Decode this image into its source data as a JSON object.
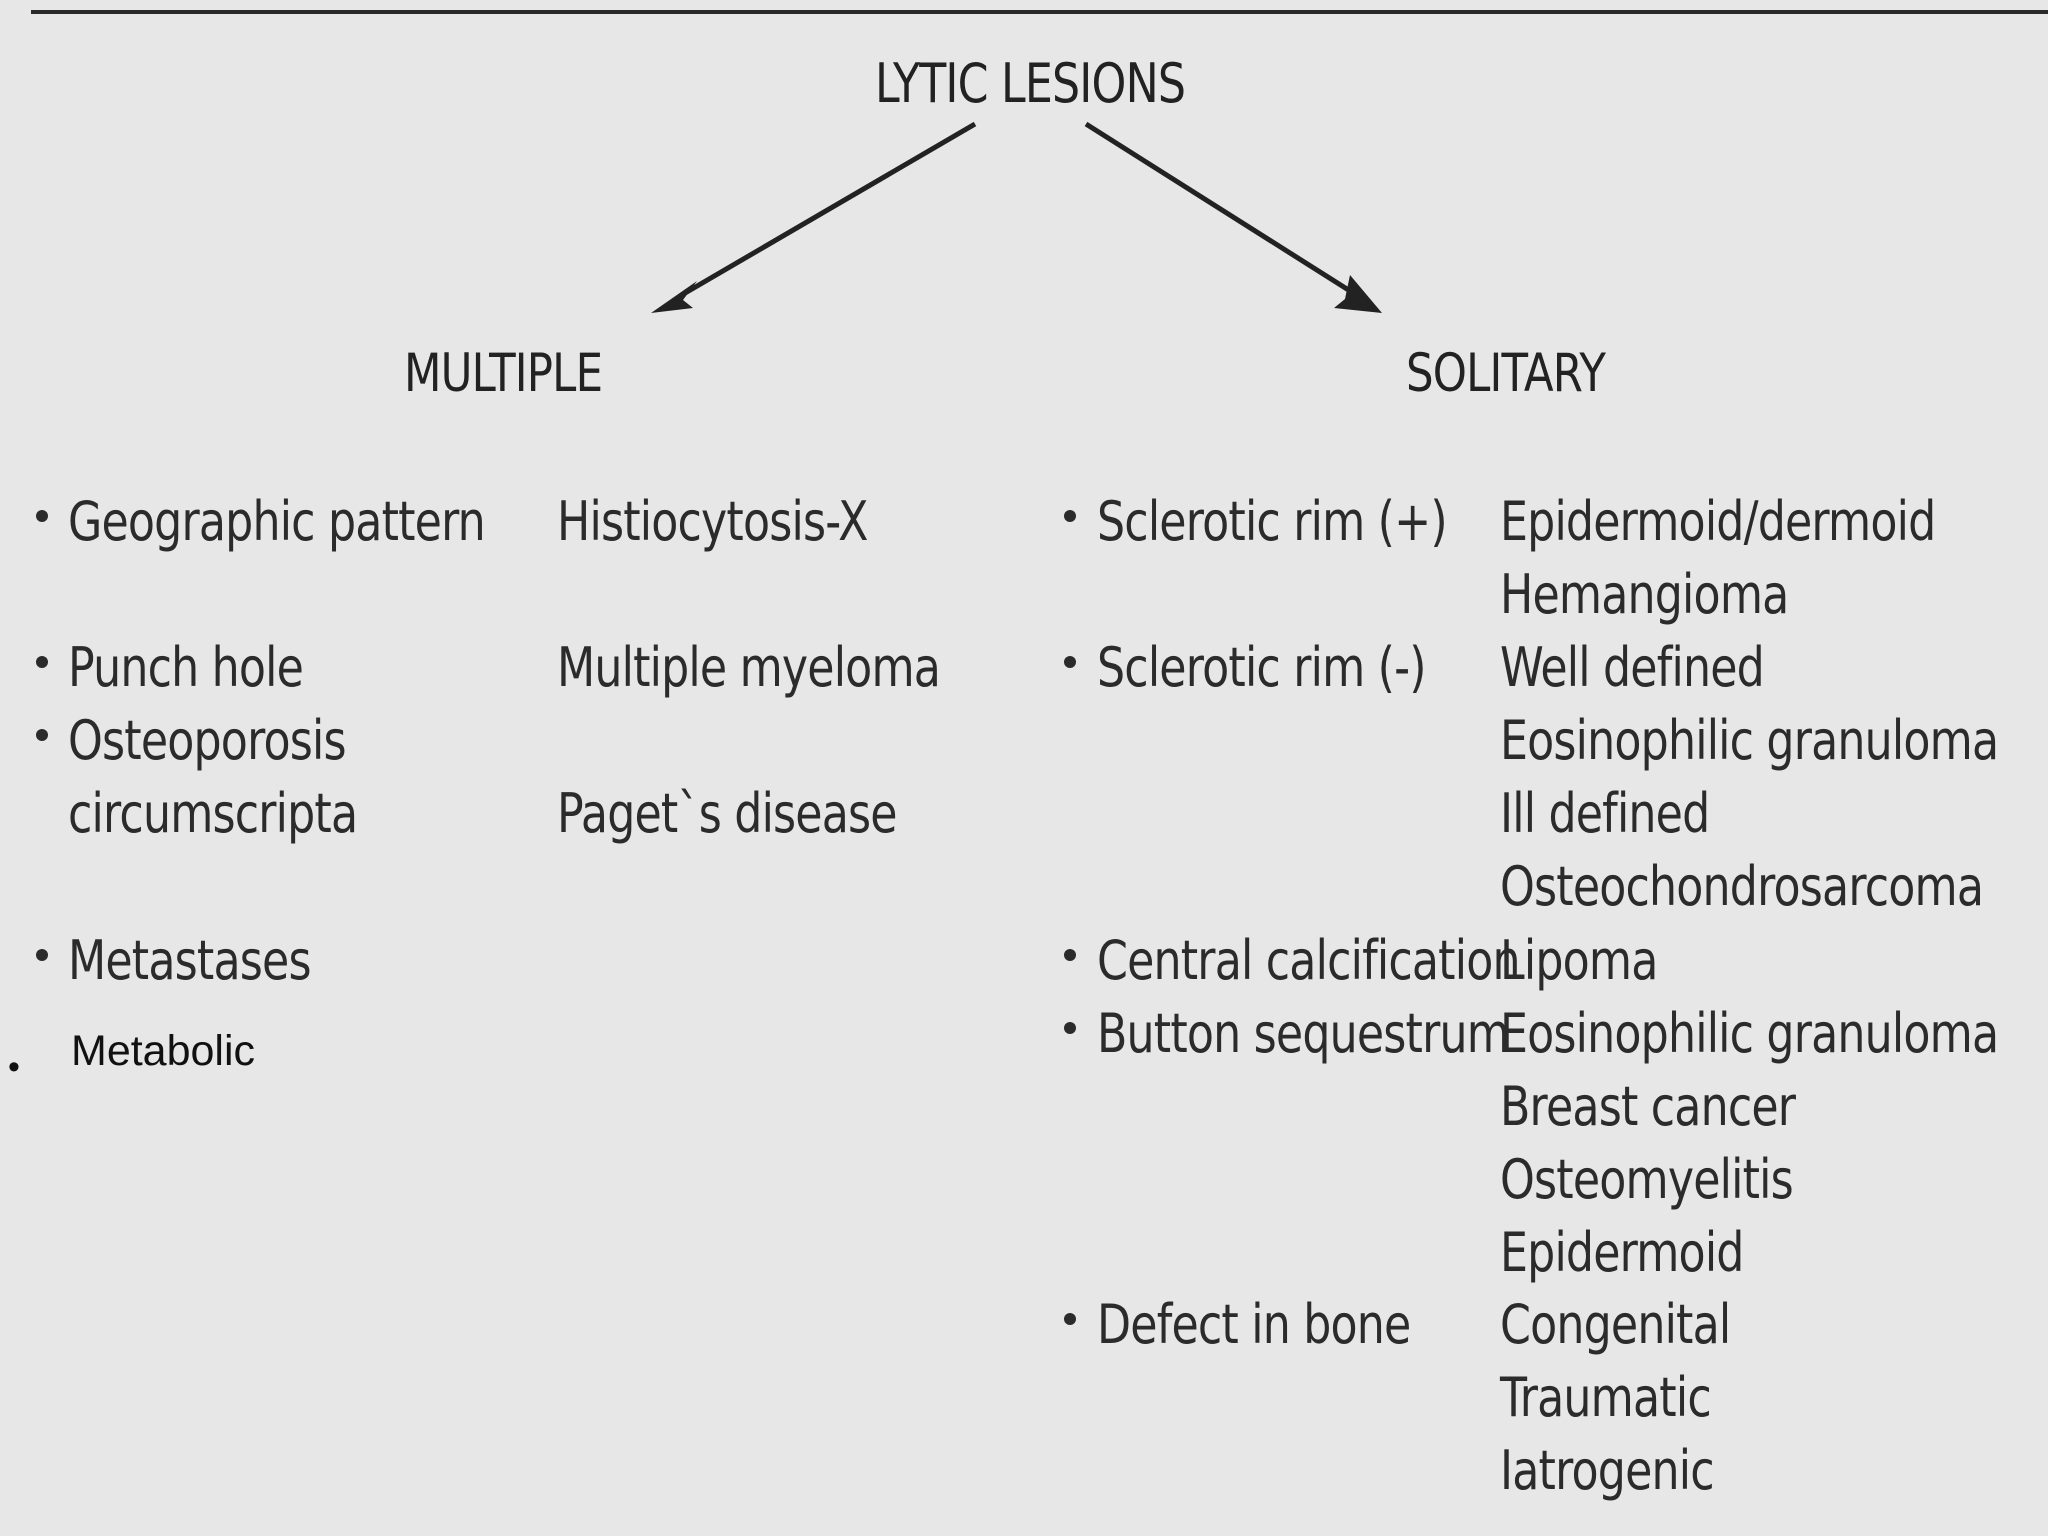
{
  "diagram": {
    "title": "LYTIC LESIONS",
    "multiple": {
      "heading": "MULTIPLE",
      "items": [
        {
          "criterion": "Geographic pattern",
          "diagnoses": [
            "Histiocytosis-X"
          ]
        },
        {
          "criterion": "Punch hole",
          "diagnoses": [
            "Multiple myeloma"
          ]
        },
        {
          "criterion": "Osteoporosis circumscripta",
          "criterion_lines": [
            "Osteoporosis",
            "circumscripta"
          ],
          "diagnoses": [
            "Paget`s disease"
          ]
        },
        {
          "criterion": "Metastases",
          "diagnoses": []
        }
      ]
    },
    "solitary": {
      "heading": "SOLITARY",
      "items": [
        {
          "criterion": "Sclerotic rim (+)",
          "diagnoses": [
            "Epidermoid/dermoid",
            "Hemangioma"
          ]
        },
        {
          "criterion": "Sclerotic rim (-)",
          "diagnoses": [
            "Well defined",
            "Eosinophilic granuloma",
            "Ill defined",
            "Osteochondrosarcoma"
          ]
        },
        {
          "criterion": "Central calcification",
          "diagnoses": [
            "Lipoma"
          ]
        },
        {
          "criterion": "Button sequestrum",
          "diagnoses": [
            "Eosinophilic granuloma",
            "Breast cancer",
            "Osteomyelitis",
            "Epidermoid"
          ]
        },
        {
          "criterion": "Defect in bone",
          "diagnoses": [
            "Congenital",
            "Traumatic",
            "Iatrogenic"
          ]
        }
      ]
    }
  },
  "slide_note": {
    "bullet": "•",
    "label": "Metabolic"
  },
  "colors": {
    "background": "#e8e7e8",
    "ink": "#2b2b2b",
    "arrow": "#222222",
    "rule": "#2a2a2a",
    "slide_text": "#111111"
  }
}
